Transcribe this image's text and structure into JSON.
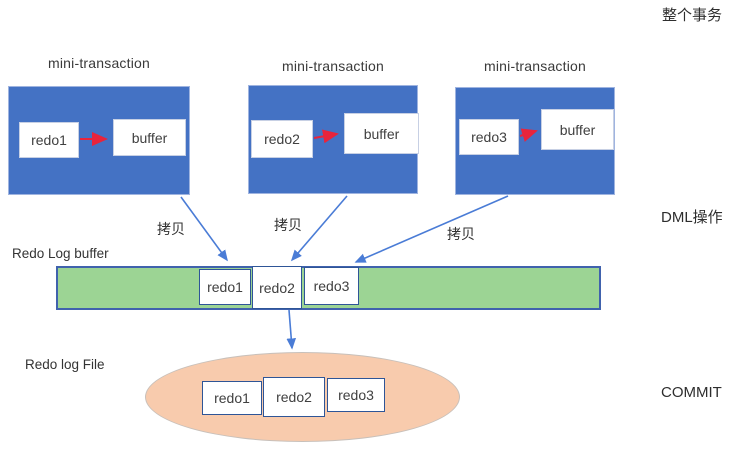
{
  "annotations": {
    "whole_transaction": "整个事务",
    "dml_operation": "DML操作",
    "commit": "COMMIT"
  },
  "mini_transactions": [
    {
      "title": "mini-transaction",
      "redo_label": "redo1",
      "buffer_label": "buffer"
    },
    {
      "title": "mini-transaction",
      "redo_label": "redo2",
      "buffer_label": "buffer"
    },
    {
      "title": "mini-transaction",
      "redo_label": "redo3",
      "buffer_label": "buffer"
    }
  ],
  "copy_label": "拷贝",
  "redo_log_buffer": {
    "label": "Redo Log buffer",
    "items": [
      "redo1",
      "redo2",
      "redo3"
    ]
  },
  "redo_log_file": {
    "label": "Redo log File",
    "items": [
      "redo1",
      "redo2",
      "redo3"
    ]
  },
  "colors": {
    "mini_transaction_fill": "#4472C4",
    "log_buffer_fill": "#9CD494",
    "log_file_fill": "#F8CBAD",
    "arrow_blue": "#4a7cd6",
    "arrow_red": "#E8243C"
  }
}
